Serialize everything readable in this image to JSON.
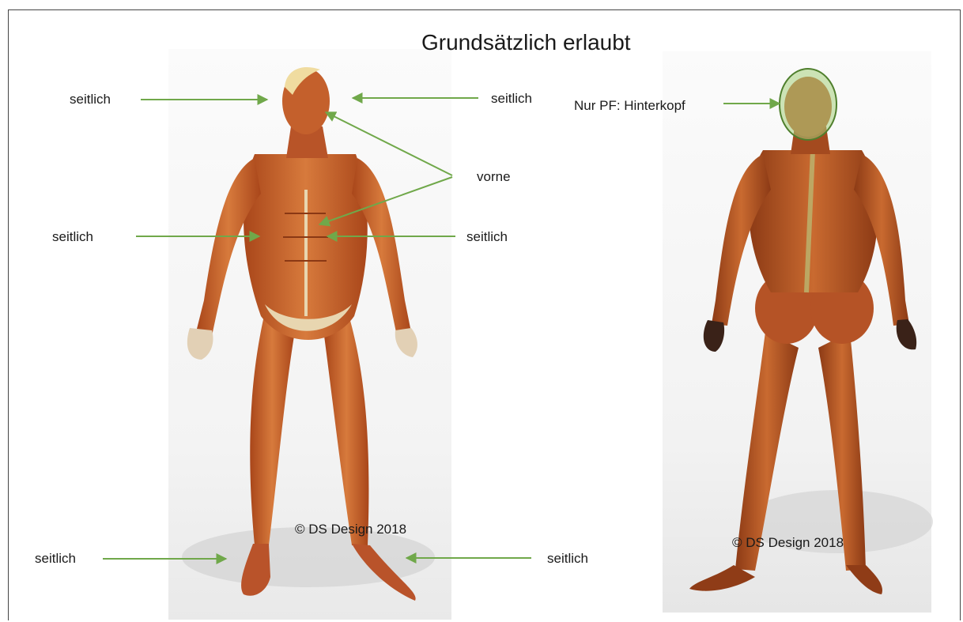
{
  "title": "Grundsätzlich erlaubt",
  "labels": {
    "front_head_left": "seitlich",
    "front_head_right": "seitlich",
    "front_vorne": "vorne",
    "front_torso_left": "seitlich",
    "front_torso_right": "seitlich",
    "front_foot_left": "seitlich",
    "front_foot_right": "seitlich",
    "back_head": "Nur PF: Hinterkopf"
  },
  "copyright": {
    "front": "© DS Design 2018",
    "back": "© DS Design 2018"
  },
  "colors": {
    "arrow": "#70a84a",
    "muscle": "#c8612c",
    "muscle_dark": "#9a3f17",
    "tendon": "#e8d6b0",
    "highlight": "#9cc46a"
  }
}
